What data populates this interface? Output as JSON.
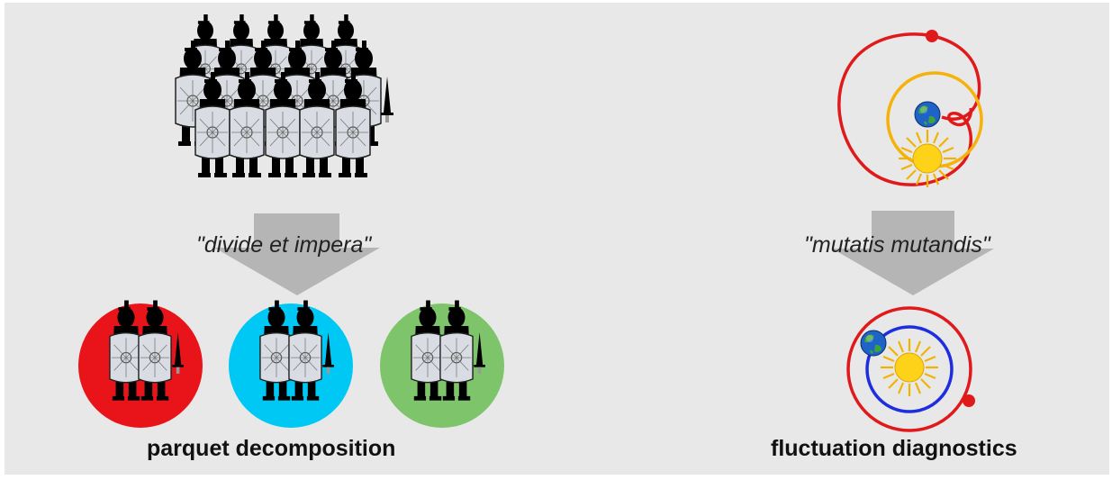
{
  "left_panel": {
    "motto": "\"divide et impera\"",
    "caption": "parquet decomposition",
    "groups": [
      {
        "name": "red-group",
        "color": "#e8141a"
      },
      {
        "name": "cyan-group",
        "color": "#00c8f4"
      },
      {
        "name": "green-group",
        "color": "#7ec46a"
      }
    ]
  },
  "right_panel": {
    "motto": "\"mutatis mutandis\"",
    "caption": "fluctuation diagnostics"
  },
  "colors": {
    "background": "#e8e8e8",
    "arrow": "#b5b5b5",
    "orbit_red": "#e01a1a",
    "orbit_yellow": "#f5b20a",
    "orbit_blue": "#1e2de0",
    "sun": "#ffd21a"
  }
}
